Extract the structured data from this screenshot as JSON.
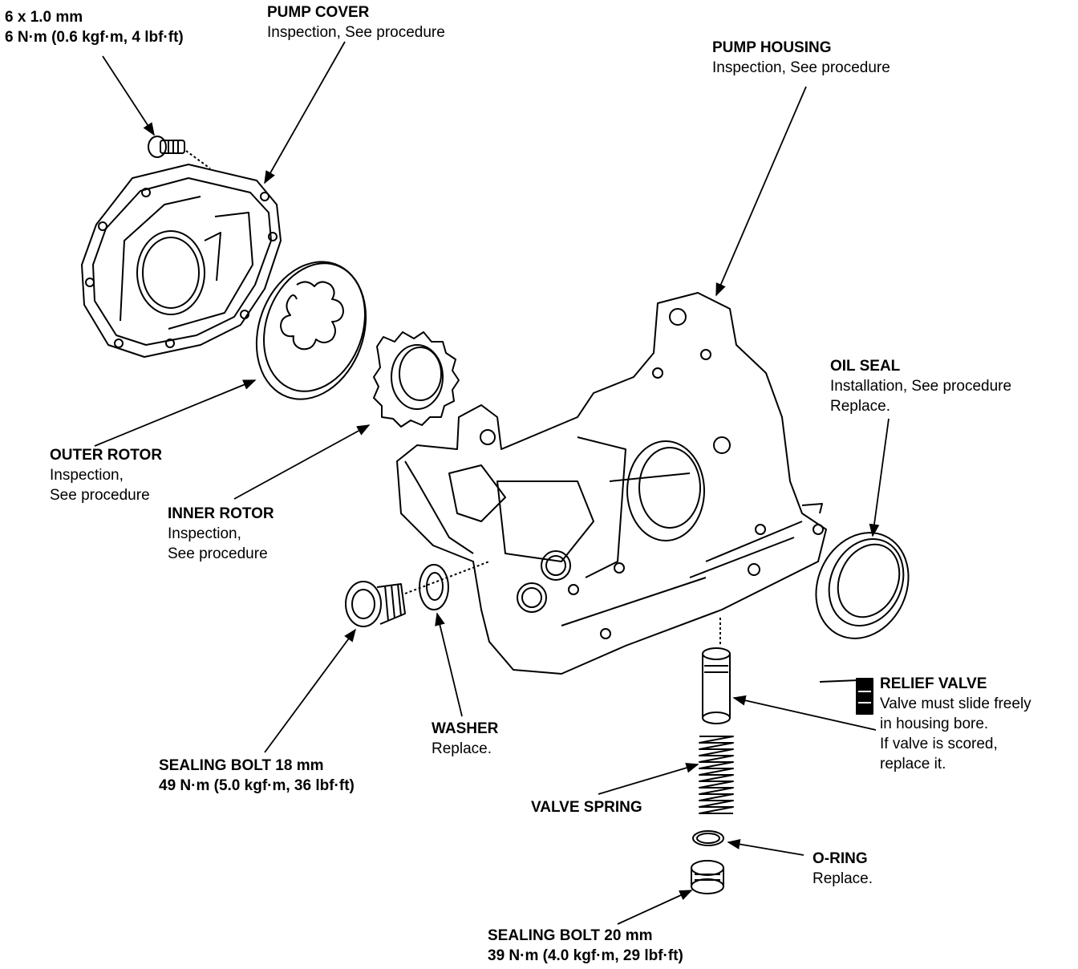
{
  "labels": {
    "bolt_6": {
      "title": "6 x 1.0 mm",
      "lines": [
        "6 N·m (0.6 kgf·m, 4 lbf·ft)"
      ]
    },
    "pump_cover": {
      "title": "PUMP COVER",
      "lines": [
        "Inspection, See procedure"
      ]
    },
    "pump_housing": {
      "title": "PUMP HOUSING",
      "lines": [
        "Inspection, See procedure"
      ]
    },
    "oil_seal": {
      "title": "OIL SEAL",
      "lines": [
        "Installation, See procedure",
        "Replace."
      ]
    },
    "outer_rotor": {
      "title": "OUTER ROTOR",
      "lines": [
        "Inspection,",
        "See procedure"
      ]
    },
    "inner_rotor": {
      "title": "INNER ROTOR",
      "lines": [
        "Inspection,",
        "See procedure"
      ]
    },
    "relief_valve": {
      "title": "RELIEF VALVE",
      "lines": [
        "Valve must slide freely",
        "in housing bore.",
        "If valve is scored,",
        "replace it."
      ]
    },
    "washer": {
      "title": "WASHER",
      "lines": [
        "Replace."
      ]
    },
    "sealing_bolt_18": {
      "title": "SEALING BOLT 18 mm",
      "lines": [
        "49 N·m (5.0 kgf·m, 36 lbf·ft)"
      ]
    },
    "valve_spring": {
      "title": "VALVE SPRING",
      "lines": []
    },
    "o_ring": {
      "title": "O-RING",
      "lines": [
        "Replace."
      ]
    },
    "sealing_bolt_20": {
      "title": "SEALING BOLT 20 mm",
      "lines": [
        "39 N·m (4.0 kgf·m, 29 lbf·ft)"
      ]
    }
  }
}
